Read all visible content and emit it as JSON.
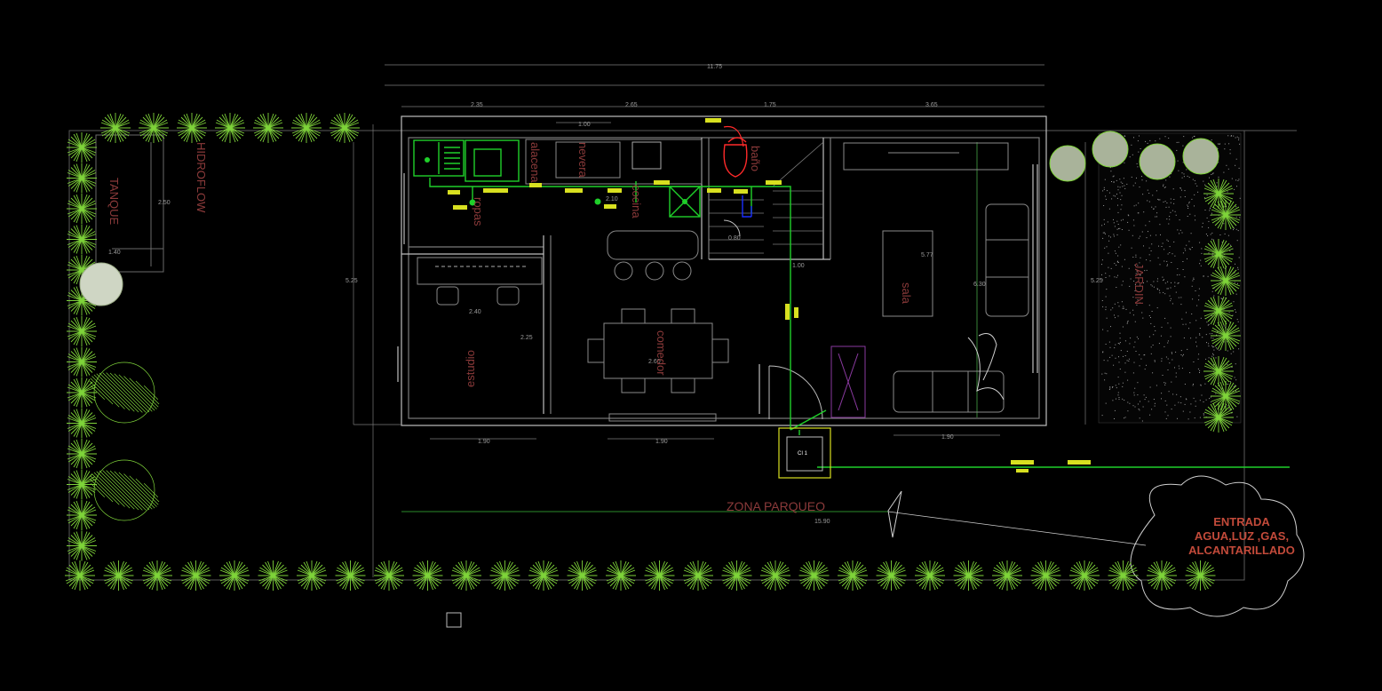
{
  "rooms": {
    "tanque": "TANQUE",
    "hidroflow": "HIDROFLOW",
    "alacena": "alacena",
    "nevera": "nevera",
    "ropas": "ropas",
    "cocina": "cocina",
    "bano": "baño",
    "sala": "sala",
    "estudio": "estudio",
    "comedor": "comedor",
    "jardin": "JARDIN",
    "zona_parqueo": "ZONA PARQUEO"
  },
  "notes": {
    "entrada": [
      "ENTRADA",
      "AGUA,LUZ ,GAS,",
      "ALCANTARILLADO"
    ],
    "meter_box": "CI 1"
  },
  "dimensions": {
    "total_width": "11.75",
    "seg1": "2.35",
    "seg2": "2.65",
    "seg3": "1.75",
    "seg4": "3.65",
    "d100": "1.00",
    "d110": "2.10",
    "d250": "2.50",
    "d140": "1.40",
    "d525a": "5.25",
    "d525b": "5.25",
    "d240": "2.40",
    "d225": "2.25",
    "d260": "2.60",
    "d080": "0.80",
    "d200": "1.00",
    "d577": "5.77",
    "d630": "6.30",
    "d190a": "1.90",
    "d190b": "1.90",
    "d190c": "1.90",
    "d1590": "15.90"
  },
  "colors": {
    "background": "#000000",
    "wall": "#bdbdbd",
    "water_pipe": "#1fd02a",
    "hot_water": "#ff2a2a",
    "fixture": "#1fd02a",
    "marker": "#d8e020",
    "room_text": "#8b3a3a",
    "tree": "#7fd43a"
  }
}
